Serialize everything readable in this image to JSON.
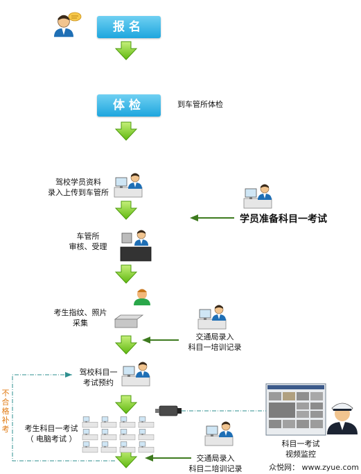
{
  "steps": {
    "register": "报名",
    "checkup": "体检"
  },
  "labels": {
    "checkup_note": "到车管所体检",
    "school_upload_1": "驾校学员资料",
    "school_upload_2": "录入上传到车管所",
    "student_prepare": "学员准备科目一考试",
    "dmv_review_1": "车管所",
    "dmv_review_2": "审核、受理",
    "fingerprint_1": "考生指纹、照片",
    "fingerprint_2": "采集",
    "traffic_record1_1": "交通局录入",
    "traffic_record1_2": "科目一培训记录",
    "school_booking_1": "驾校科目一",
    "school_booking_2": "考试预约",
    "exam_1": "考生科目一考试",
    "exam_2": "（ 电脑考试 ）",
    "monitor_1": "科目一考试",
    "monitor_2": "视频监控",
    "traffic_record2_1": "交通局录入",
    "traffic_record2_2": "科目二培训记录",
    "retake": "不合格补考",
    "watermark": "众悦网： www.zyue.com"
  },
  "colors": {
    "step_button": "#1ea6de",
    "flow_arrow": "#7ccf1e",
    "side_arrow": "#3d7a1e",
    "dashed_line": "#2e8f8f",
    "retake_text": "#e07b14"
  }
}
